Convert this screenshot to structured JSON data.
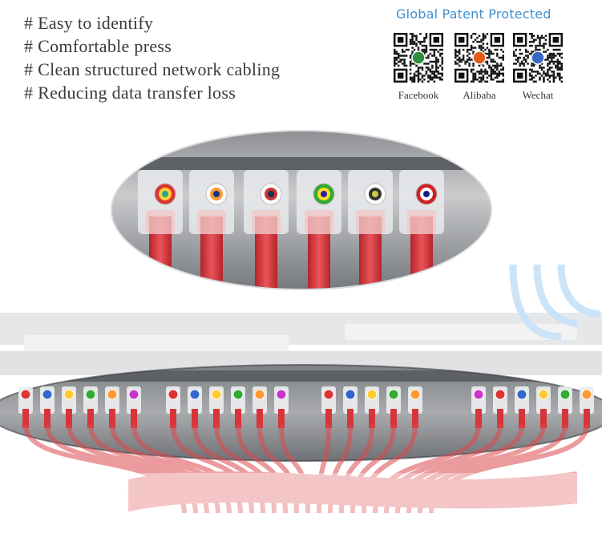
{
  "features": [
    "# Easy to identify",
    "# Comfortable press",
    "# Clean structured network cabling",
    "# Reducing data transfer loss"
  ],
  "patent_label": "Global Patent Protected",
  "qr_codes": [
    {
      "label": "Facebook",
      "icon": "qr-code-icon"
    },
    {
      "label": "Alibaba",
      "icon": "qr-code-icon"
    },
    {
      "label": "Wechat",
      "icon": "qr-code-icon"
    }
  ],
  "colors": {
    "accent_blue": "#3f8fd0",
    "cable_red": "#d8353a",
    "panel_gray": "#8e9195",
    "text_dark": "#3a3a3a"
  }
}
